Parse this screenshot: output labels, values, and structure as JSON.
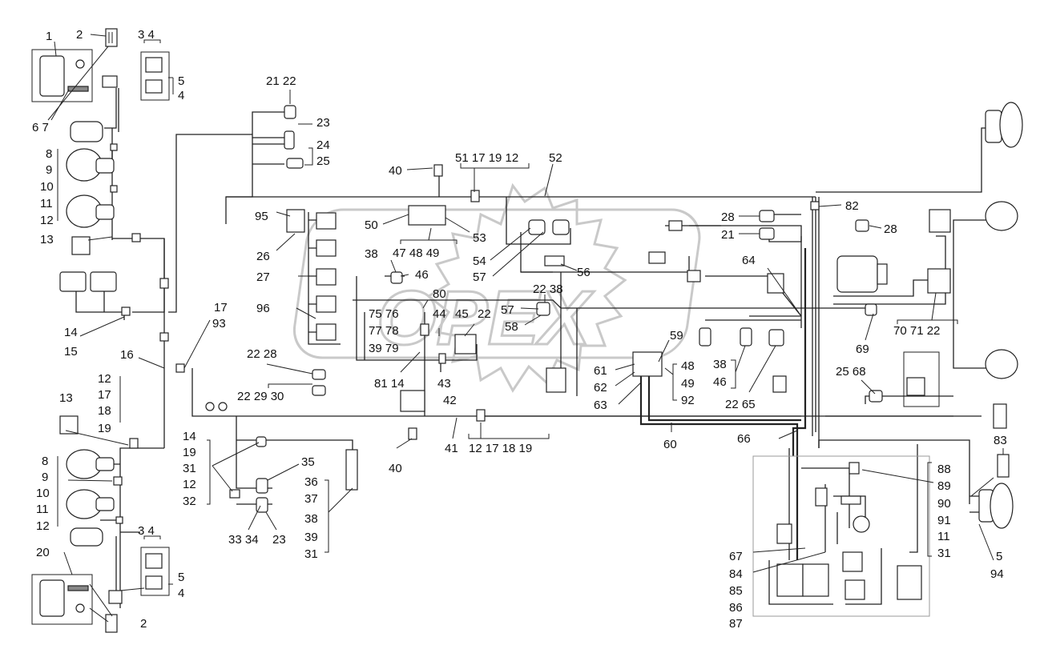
{
  "watermark": {
    "text": "OPEX"
  },
  "callouts": [
    {
      "id": "c1",
      "text": "1"
    },
    {
      "id": "c2",
      "text": "2"
    },
    {
      "id": "c3",
      "text": "3 4"
    },
    {
      "id": "c4",
      "text": "5"
    },
    {
      "id": "c5",
      "text": "4"
    },
    {
      "id": "c6",
      "text": "6 7"
    },
    {
      "id": "c7",
      "text": "8"
    },
    {
      "id": "c8",
      "text": "9"
    },
    {
      "id": "c9",
      "text": "10"
    },
    {
      "id": "c10",
      "text": "11"
    },
    {
      "id": "c11",
      "text": "12"
    },
    {
      "id": "c12",
      "text": "13"
    },
    {
      "id": "c13",
      "text": "14"
    },
    {
      "id": "c14",
      "text": "15"
    },
    {
      "id": "c15",
      "text": "16"
    },
    {
      "id": "c16",
      "text": "17"
    },
    {
      "id": "c17",
      "text": "93"
    },
    {
      "id": "c18",
      "text": "12"
    },
    {
      "id": "c19",
      "text": "17"
    },
    {
      "id": "c20",
      "text": "18"
    },
    {
      "id": "c21",
      "text": "19"
    },
    {
      "id": "c22",
      "text": "13"
    },
    {
      "id": "c23",
      "text": "8"
    },
    {
      "id": "c24",
      "text": "9"
    },
    {
      "id": "c25",
      "text": "10"
    },
    {
      "id": "c26",
      "text": "11"
    },
    {
      "id": "c27",
      "text": "12"
    },
    {
      "id": "c28",
      "text": "3 4"
    },
    {
      "id": "c29",
      "text": "20"
    },
    {
      "id": "c30",
      "text": "5"
    },
    {
      "id": "c31",
      "text": "4"
    },
    {
      "id": "c32",
      "text": "2"
    },
    {
      "id": "c33",
      "text": "21 22"
    },
    {
      "id": "c34",
      "text": "23"
    },
    {
      "id": "c35",
      "text": "24"
    },
    {
      "id": "c36",
      "text": "25"
    },
    {
      "id": "c37",
      "text": "95"
    },
    {
      "id": "c38",
      "text": "26"
    },
    {
      "id": "c39",
      "text": "27"
    },
    {
      "id": "c40",
      "text": "96"
    },
    {
      "id": "c41",
      "text": "38"
    },
    {
      "id": "c42",
      "text": "46"
    },
    {
      "id": "c43",
      "text": "80"
    },
    {
      "id": "c44",
      "text": "75 76"
    },
    {
      "id": "c45",
      "text": "77 78"
    },
    {
      "id": "c46",
      "text": "39 79"
    },
    {
      "id": "c47",
      "text": "44"
    },
    {
      "id": "c48",
      "text": "45"
    },
    {
      "id": "c49",
      "text": "22"
    },
    {
      "id": "c50",
      "text": "81 14"
    },
    {
      "id": "c51",
      "text": "43"
    },
    {
      "id": "c52",
      "text": "42"
    },
    {
      "id": "c53",
      "text": "22 28"
    },
    {
      "id": "c54",
      "text": "22 29 30"
    },
    {
      "id": "c55",
      "text": "14"
    },
    {
      "id": "c56",
      "text": "19"
    },
    {
      "id": "c57",
      "text": "31"
    },
    {
      "id": "c58",
      "text": "12"
    },
    {
      "id": "c59",
      "text": "32"
    },
    {
      "id": "c60",
      "text": "35"
    },
    {
      "id": "c61",
      "text": "33 34"
    },
    {
      "id": "c62",
      "text": "23"
    },
    {
      "id": "c63",
      "text": "36"
    },
    {
      "id": "c64",
      "text": "37"
    },
    {
      "id": "c65",
      "text": "38"
    },
    {
      "id": "c66",
      "text": "39"
    },
    {
      "id": "c67",
      "text": "31"
    },
    {
      "id": "c68",
      "text": "40"
    },
    {
      "id": "c69",
      "text": "51 17 19 12"
    },
    {
      "id": "c70",
      "text": "52"
    },
    {
      "id": "c71",
      "text": "50"
    },
    {
      "id": "c72",
      "text": "53"
    },
    {
      "id": "c73",
      "text": "47 48 49"
    },
    {
      "id": "c74",
      "text": "54"
    },
    {
      "id": "c75",
      "text": "57"
    },
    {
      "id": "c76",
      "text": "56"
    },
    {
      "id": "c77",
      "text": "22 38"
    },
    {
      "id": "c78",
      "text": "57"
    },
    {
      "id": "c79",
      "text": "58"
    },
    {
      "id": "c80",
      "text": "40"
    },
    {
      "id": "c81",
      "text": "41"
    },
    {
      "id": "c82",
      "text": "12 17 18 19"
    },
    {
      "id": "c83",
      "text": "59"
    },
    {
      "id": "c84",
      "text": "61"
    },
    {
      "id": "c85",
      "text": "62"
    },
    {
      "id": "c86",
      "text": "63"
    },
    {
      "id": "c87",
      "text": "48"
    },
    {
      "id": "c88",
      "text": "49"
    },
    {
      "id": "c89",
      "text": "92"
    },
    {
      "id": "c90",
      "text": "60"
    },
    {
      "id": "c91",
      "text": "28"
    },
    {
      "id": "c92",
      "text": "21"
    },
    {
      "id": "c93",
      "text": "82"
    },
    {
      "id": "c94",
      "text": "28"
    },
    {
      "id": "c95",
      "text": "64"
    },
    {
      "id": "c96",
      "text": "38"
    },
    {
      "id": "c97",
      "text": "46"
    },
    {
      "id": "c98",
      "text": "22 65"
    },
    {
      "id": "c99",
      "text": "69"
    },
    {
      "id": "c100",
      "text": "70 71 22"
    },
    {
      "id": "c101",
      "text": "25 68"
    },
    {
      "id": "c102",
      "text": "66"
    },
    {
      "id": "c103",
      "text": "83"
    },
    {
      "id": "c104",
      "text": "88"
    },
    {
      "id": "c105",
      "text": "89"
    },
    {
      "id": "c106",
      "text": "90"
    },
    {
      "id": "c107",
      "text": "91"
    },
    {
      "id": "c108",
      "text": "11"
    },
    {
      "id": "c109",
      "text": "31"
    },
    {
      "id": "c110",
      "text": "5"
    },
    {
      "id": "c111",
      "text": "94"
    },
    {
      "id": "c112",
      "text": "67"
    },
    {
      "id": "c113",
      "text": "84"
    },
    {
      "id": "c114",
      "text": "85"
    },
    {
      "id": "c115",
      "text": "86"
    },
    {
      "id": "c116",
      "text": "87"
    }
  ]
}
